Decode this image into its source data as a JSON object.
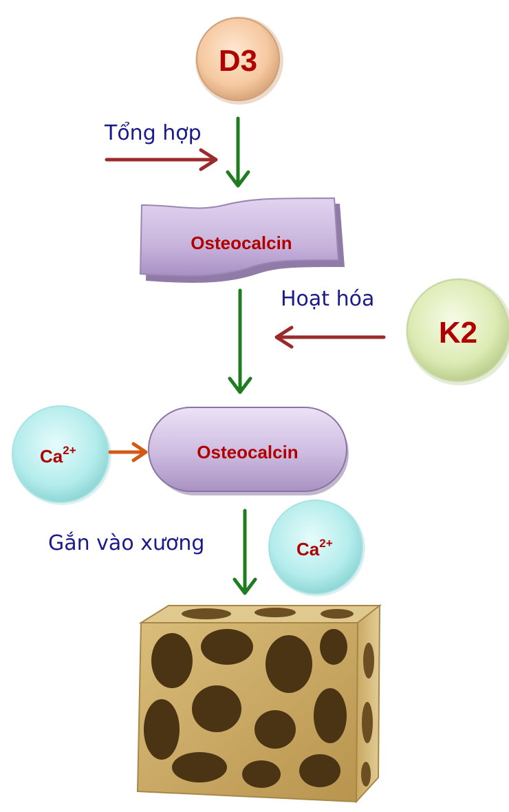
{
  "nodes": {
    "d3": "D3",
    "k2": "K2",
    "osteocalcin_inactive": "Osteocalcin",
    "osteocalcin_active": "Osteocalcin",
    "calcium_ion": "Ca",
    "calcium_charge": "2+"
  },
  "labels": {
    "synthesize": "Tổng hợp",
    "activate": "Hoạt hóa",
    "bind_to_bone": "Gắn vào xương"
  },
  "colors": {
    "background": "#ffffff",
    "flow_arrow": "#1e7d1e",
    "input_arrow": "#9b2b2b",
    "calcium_arrow": "#d25a14",
    "label_text": "#1a1a8c",
    "node_text": "#b00000",
    "d3_circle": "#f5c8a0",
    "k2_circle": "#dcebb4",
    "calcium_circle": "#b4ecec",
    "osteocalcin_shape": "#c8b4dc",
    "bone": "#c8a864"
  },
  "icons": {
    "bone_block": "trabecular-bone-icon"
  }
}
